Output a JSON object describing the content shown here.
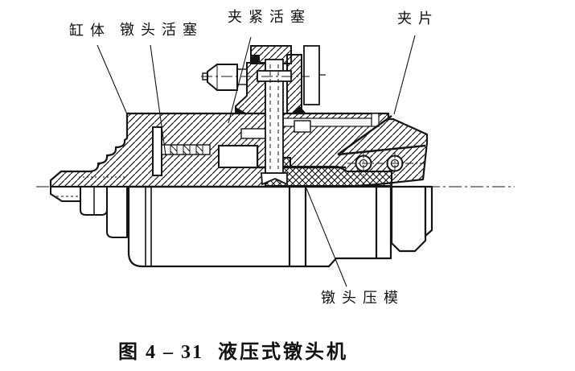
{
  "figure": {
    "background": "#ffffff",
    "line_color": "#141414",
    "caption": {
      "prefix": "图 4 – 31",
      "title": "液压式镦头机"
    },
    "labels": [
      {
        "id": "cylinder-body",
        "text": "缸体"
      },
      {
        "id": "upset-piston",
        "text": "镦头活塞"
      },
      {
        "id": "clamp-piston",
        "text": "夹紧活塞"
      },
      {
        "id": "clamp-jaw",
        "text": "夹片"
      },
      {
        "id": "upset-die",
        "text": "镦头压模"
      }
    ]
  }
}
